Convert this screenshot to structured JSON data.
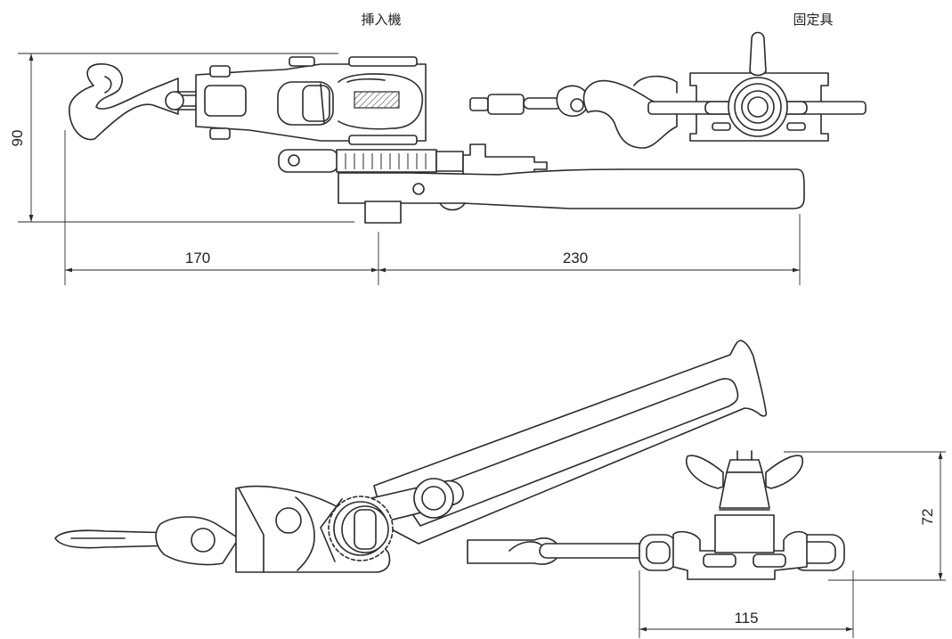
{
  "labels": {
    "insertion_machine": "挿入機",
    "fixture": "固定具"
  },
  "dimensions": {
    "height_top": "90",
    "length_left": "170",
    "length_right": "230",
    "height_bottom": "72",
    "length_bottom": "115"
  }
}
